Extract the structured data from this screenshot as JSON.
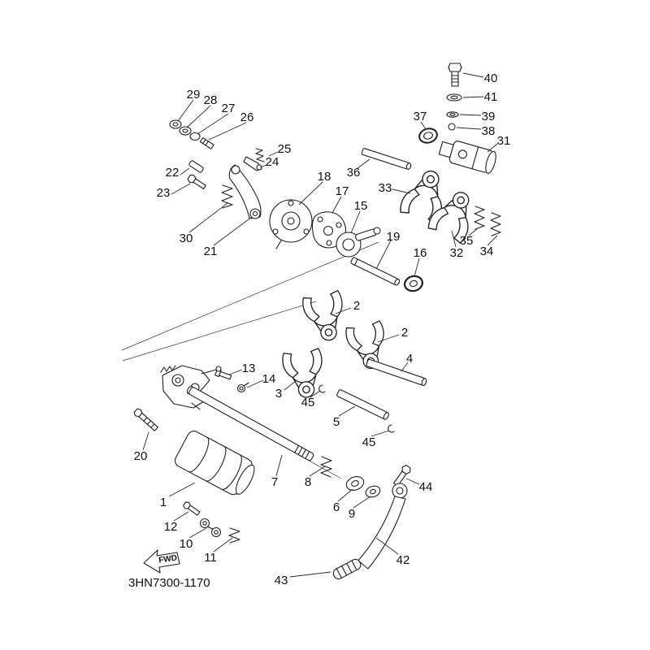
{
  "diagram": {
    "part_code": "3HN7300-1170",
    "fwd_label": "FWD",
    "callouts": {
      "c1": "1",
      "c2a": "2",
      "c2b": "2",
      "c3": "3",
      "c4": "4",
      "c5": "5",
      "c6": "6",
      "c7": "7",
      "c8": "8",
      "c9": "9",
      "c10": "10",
      "c11": "11",
      "c12": "12",
      "c13": "13",
      "c14": "14",
      "c15": "15",
      "c16": "16",
      "c17": "17",
      "c18": "18",
      "c19": "19",
      "c20": "20",
      "c21": "21",
      "c22": "22",
      "c23": "23",
      "c24": "24",
      "c25": "25",
      "c26": "26",
      "c27": "27",
      "c28": "28",
      "c29": "29",
      "c30": "30",
      "c31": "31",
      "c32": "32",
      "c33": "33",
      "c34": "34",
      "c35": "35",
      "c36": "36",
      "c37": "37",
      "c38": "38",
      "c39": "39",
      "c40": "40",
      "c41": "41",
      "c42": "42",
      "c43": "43",
      "c44": "44",
      "c45a": "45",
      "c45b": "45"
    }
  }
}
